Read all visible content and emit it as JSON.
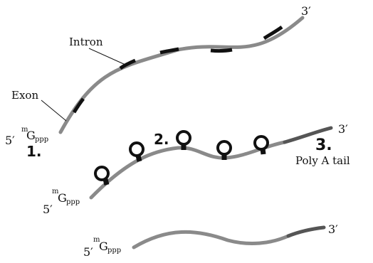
{
  "colors": {
    "exon": "#8a8a8a",
    "intron": "#111111",
    "tail": "#555555",
    "text": "#111111"
  },
  "strand1": {
    "prime5": "5′",
    "cap_super": "m",
    "cap_main": "G",
    "cap_sub": "ppp",
    "prime3": "3′",
    "label_intron": "Intron",
    "label_exon": "Exon",
    "step": "1."
  },
  "strand2": {
    "prime5": "5′",
    "cap_super": "m",
    "cap_main": "G",
    "cap_sub": "ppp",
    "prime3": "3′",
    "step_splice": "2.",
    "step_tail": "3.",
    "tail_label": "Poly A tail"
  },
  "strand3": {
    "prime5": "5′",
    "cap_super": "m",
    "cap_main": "G",
    "cap_sub": "ppp",
    "prime3": "3′"
  }
}
